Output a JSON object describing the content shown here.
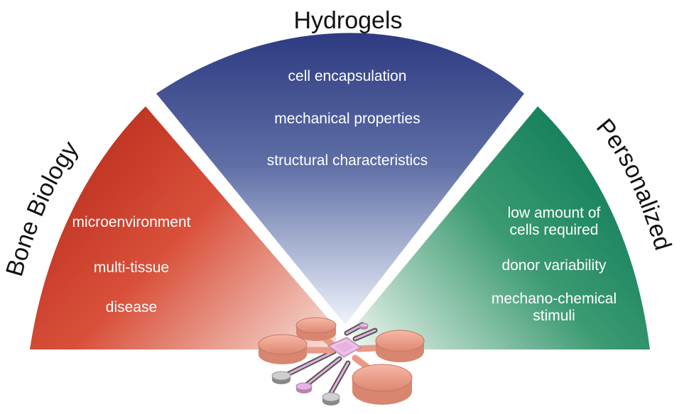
{
  "segments": {
    "hydrogels": {
      "title": "Hydrogels",
      "items": [
        "cell encapsulation",
        "mechanical properties",
        "structural characteristics"
      ]
    },
    "bone_biology": {
      "title": "Bone Biology",
      "items": [
        "microenvironment",
        "multi-tissue",
        "disease"
      ]
    },
    "personalized": {
      "title": "Personalized",
      "items": [
        "low amount of",
        "cells required",
        "donor variability",
        "mechano-chemical",
        "stimuli"
      ]
    }
  },
  "colors": {
    "hydrogels_dark": "#2e3b82",
    "hydrogels_light": "#eef4fb",
    "bone_dark": "#b82c1c",
    "bone_light": "#f7e2dc",
    "personalized_dark": "#0a7a55",
    "personalized_light": "#eef6ee",
    "chip_reservoir": "#f2a995",
    "chip_core": "#e7b4e0",
    "chip_port": "#c7c7c7"
  },
  "icons": {
    "chip": "organ-on-chip-icon"
  }
}
